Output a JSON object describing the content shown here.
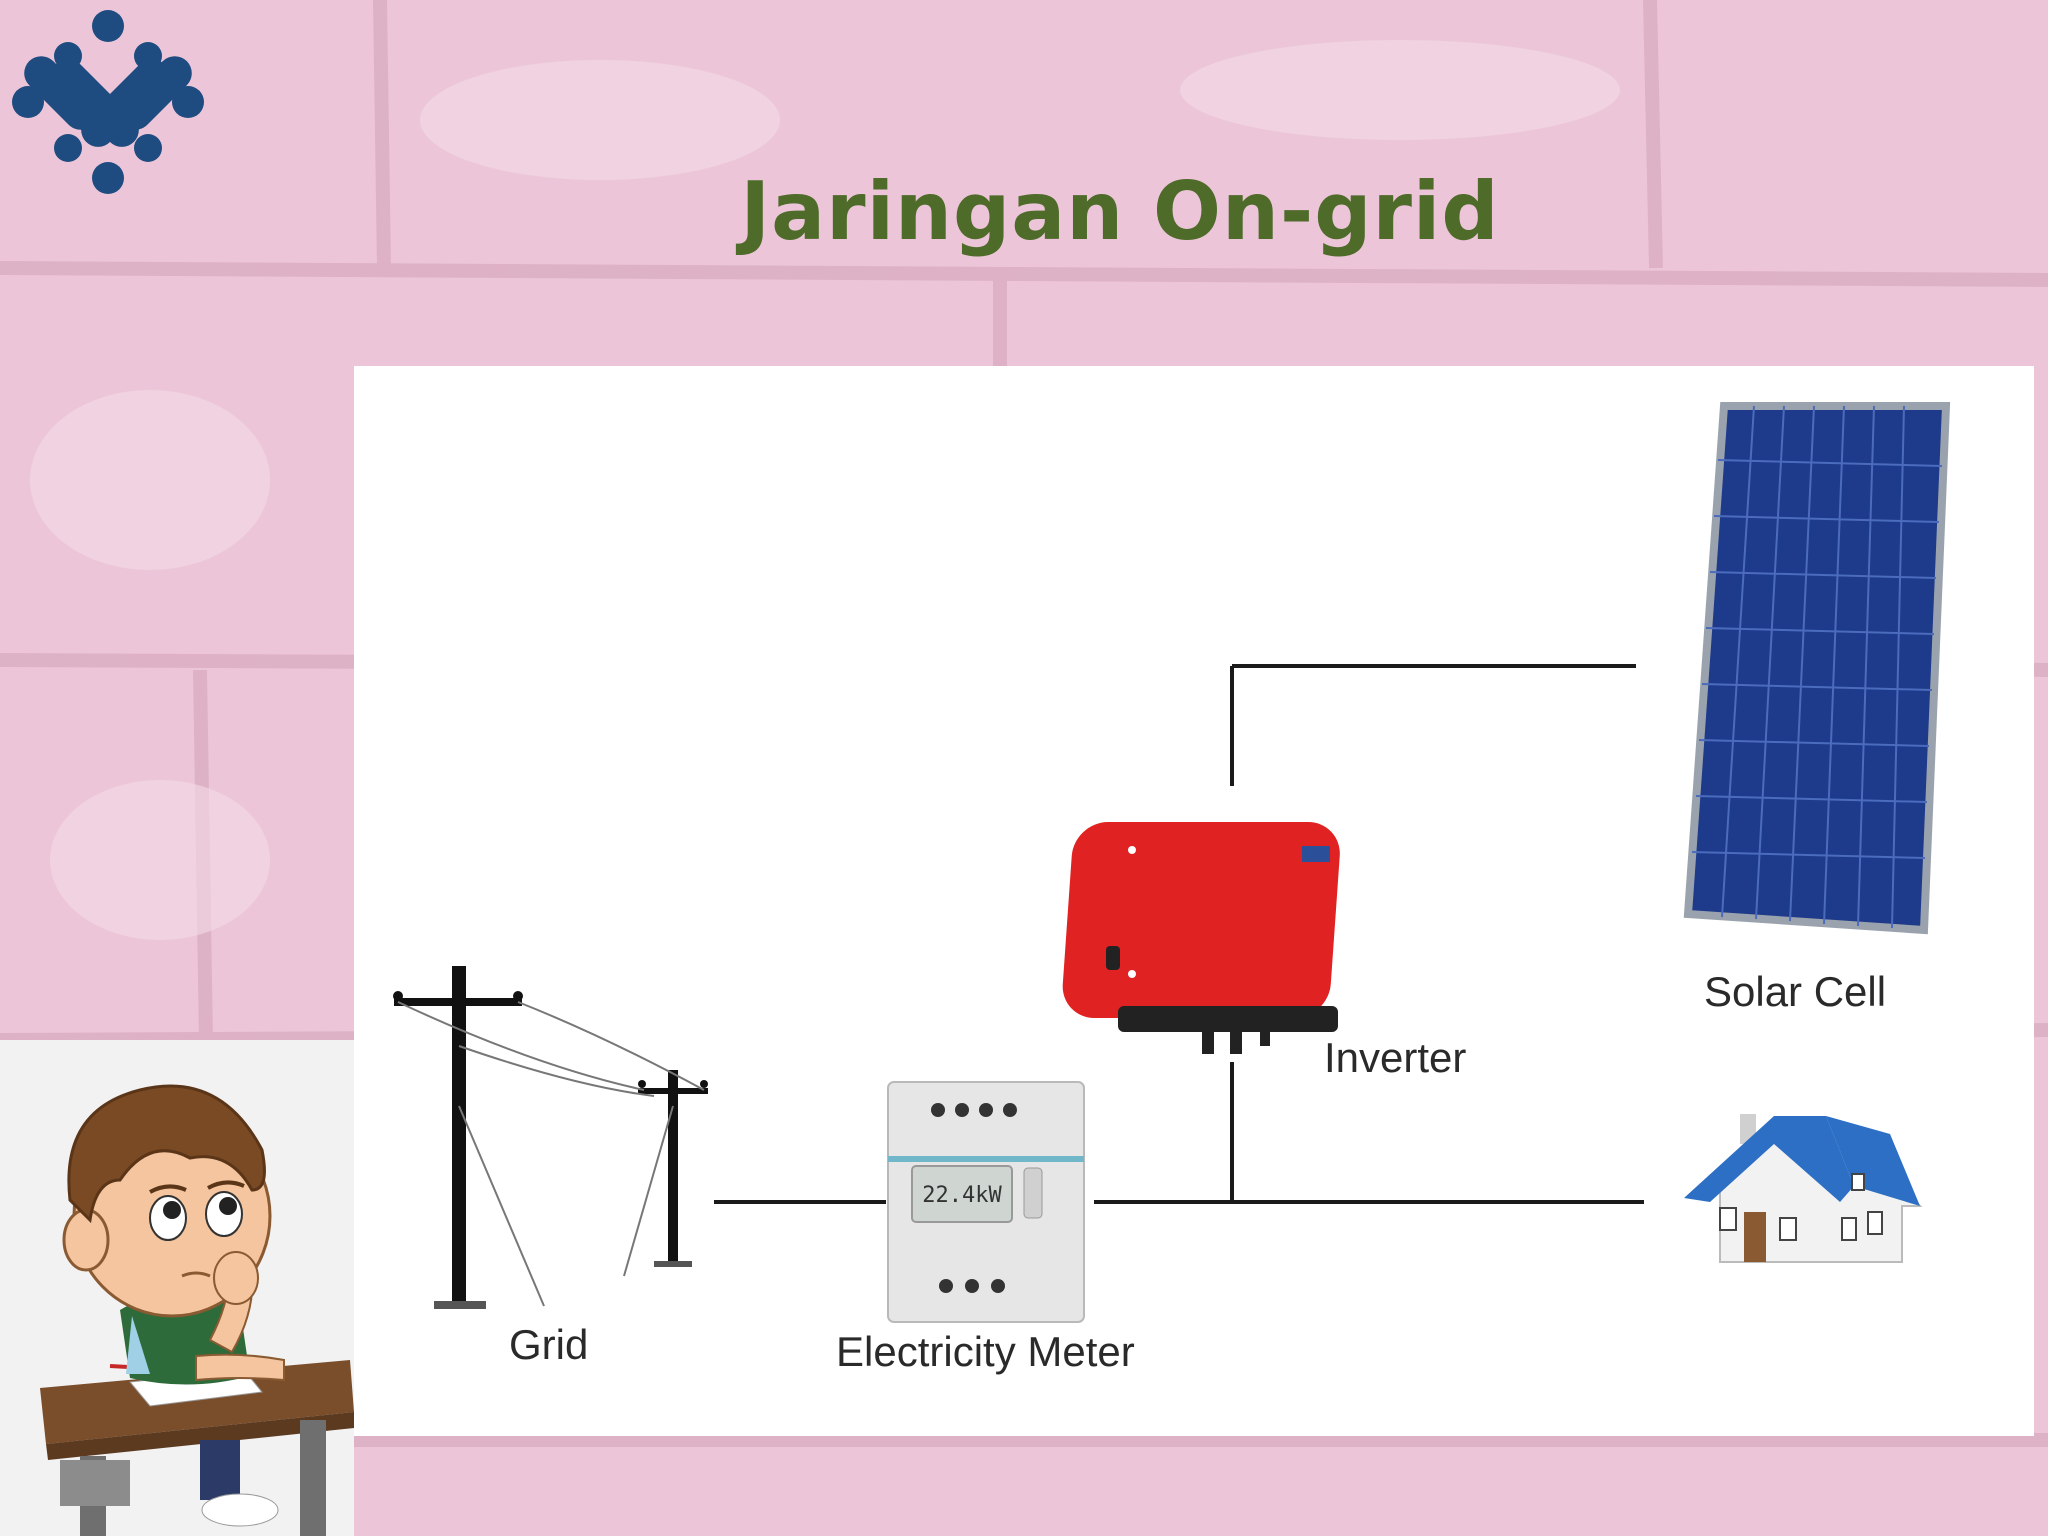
{
  "slide": {
    "title": "Jaringan On-grid"
  },
  "diagram": {
    "labels": {
      "grid": "Grid",
      "meter": "Electricity Meter",
      "inverter": "Inverter",
      "solar": "Solar Cell"
    },
    "meter_display": "22.4kW"
  },
  "colors": {
    "title": "#4e6b2a",
    "logo": "#1f4c80",
    "wall": "#ecc6d8",
    "inverter": "#e02222",
    "solar_panel": "#1e3a8a",
    "house_roof": "#2d6fc4"
  },
  "icons": [
    "logo-icon",
    "grid-pole-icon",
    "electricity-meter-icon",
    "inverter-icon",
    "solar-panel-icon",
    "house-icon",
    "thinking-boy-illustration"
  ]
}
